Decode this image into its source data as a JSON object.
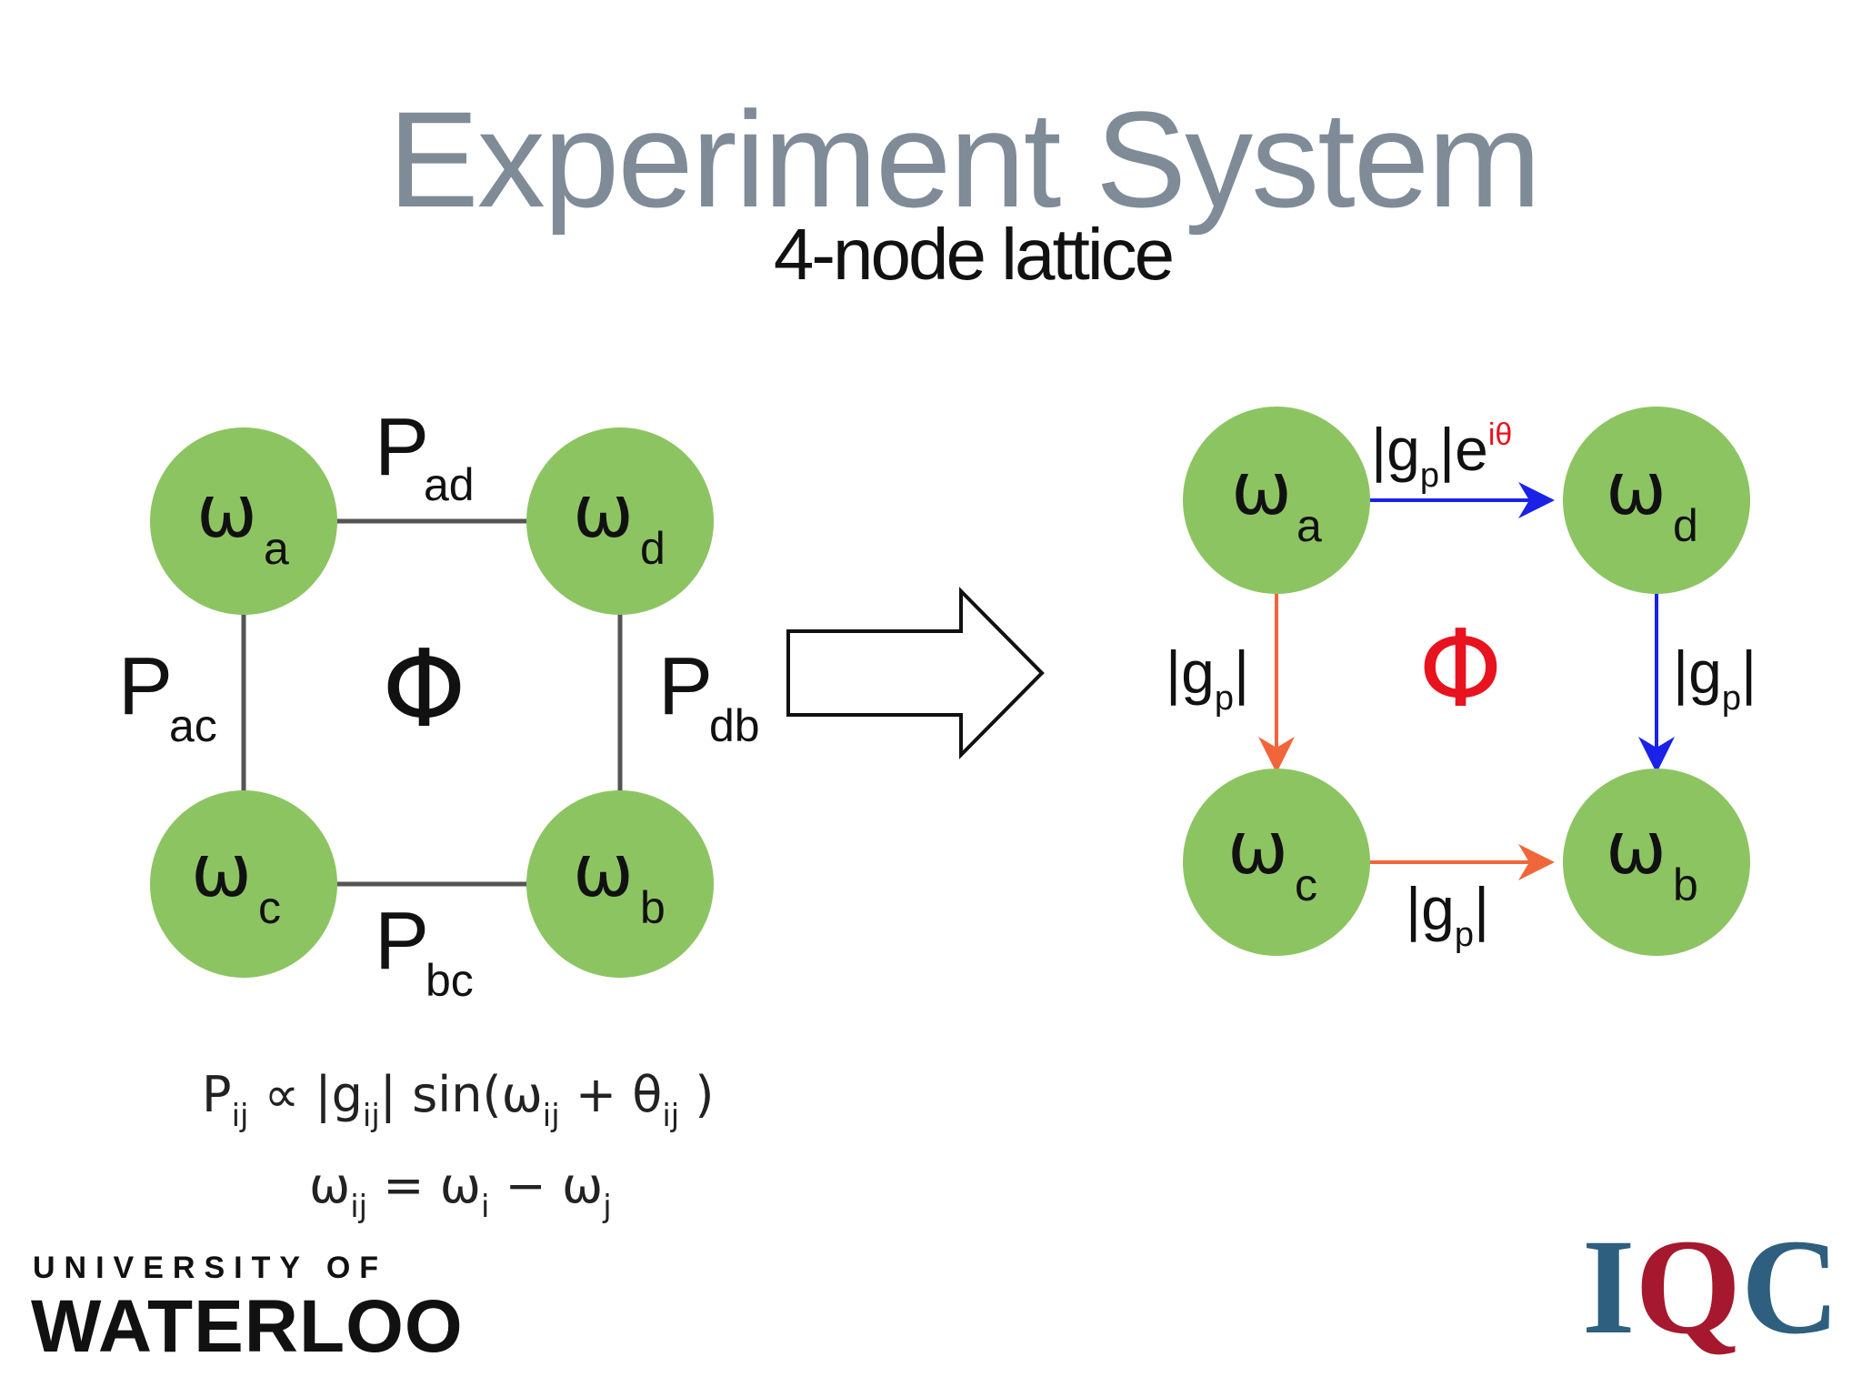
{
  "title": "Experiment System",
  "subtitle": "4-node lattice",
  "colors": {
    "node_fill": "#8dc462",
    "phi_left": "#111111",
    "phi_right": "#e8131f",
    "arrow_blue": "#1a22e8",
    "arrow_orange": "#f0663a",
    "theta_red": "#e8131f",
    "iqc_blue": "#2e5f7e",
    "iqc_red": "#a5182e"
  },
  "left_diagram": {
    "nodes": [
      {
        "symbol": "ω",
        "sub": "a"
      },
      {
        "symbol": "ω",
        "sub": "d"
      },
      {
        "symbol": "ω",
        "sub": "c"
      },
      {
        "symbol": "ω",
        "sub": "b"
      }
    ],
    "edges": [
      {
        "main": "P",
        "sub": "ad"
      },
      {
        "main": "P",
        "sub": "ac"
      },
      {
        "main": "P",
        "sub": "db"
      },
      {
        "main": "P",
        "sub": "bc"
      }
    ],
    "phi": "Φ"
  },
  "right_diagram": {
    "nodes": [
      {
        "symbol": "ω",
        "sub": "a"
      },
      {
        "symbol": "ω",
        "sub": "d"
      },
      {
        "symbol": "ω",
        "sub": "c"
      },
      {
        "symbol": "ω",
        "sub": "b"
      }
    ],
    "labels": {
      "top_pre": "|g",
      "top_sub": "p",
      "top_post": "|e",
      "top_sup": "iθ",
      "left_pre": "|g",
      "left_sub": "p",
      "left_post": "|",
      "right_pre": "|g",
      "right_sub": "p",
      "right_post": "|",
      "bottom_pre": "|g",
      "bottom_sub": "p",
      "bottom_post": "|"
    },
    "phi": "Φ"
  },
  "formulas": {
    "f1": [
      {
        "t": "P",
        "sub": "ij"
      },
      {
        "t": " ∝ |g",
        "sub": "ij"
      },
      {
        "t": "| sin(ω",
        "sub": "ij"
      },
      {
        "t": " + θ",
        "sub": "ij"
      },
      {
        "t": " )"
      }
    ],
    "f2": [
      {
        "t": "ω",
        "sub": "ij"
      },
      {
        "t": " = ω",
        "sub": "i"
      },
      {
        "t": " − ω",
        "sub": "j"
      }
    ]
  },
  "logos": {
    "uw_top": "UNIVERSITY OF",
    "uw_bottom": "WATERLOO",
    "iqc": [
      "I",
      "Q",
      "C"
    ]
  }
}
